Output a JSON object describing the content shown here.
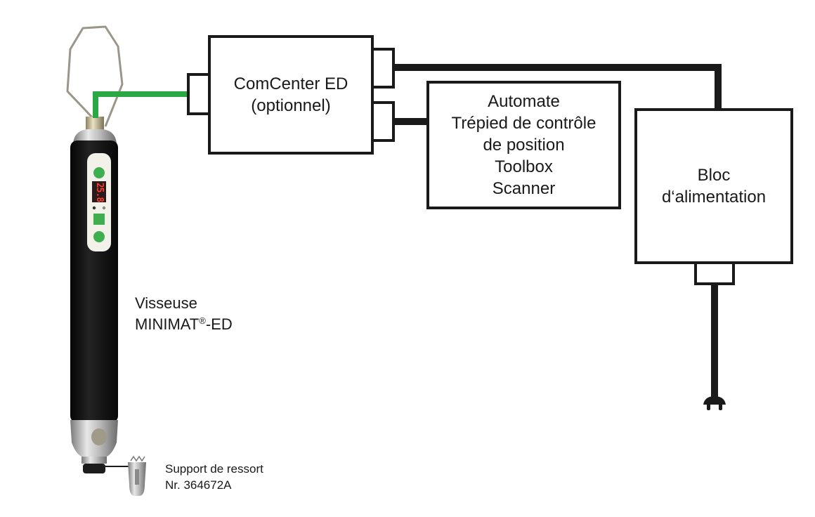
{
  "diagram": {
    "title": "MINIMAT-ED system connection diagram",
    "nodes": {
      "tool": {
        "label_line1": "Visseuse",
        "label_line2_main": "MINIMAT",
        "label_line2_sup": "®",
        "label_line2_suffix": "-ED",
        "display_value": "25.8"
      },
      "spring_holder": {
        "label_line1": "Support de ressort",
        "label_line2": "Nr. 364672A"
      },
      "comcenter": {
        "line1": "ComCenter ED",
        "line2": "(optionnel)"
      },
      "peripherals": {
        "lines": [
          "Automate",
          "Trépied de contrôle",
          "de position",
          "Toolbox",
          "Scanner"
        ]
      },
      "power_supply": {
        "line1": "Bloc",
        "line2": "d‘alimentation"
      }
    },
    "connections": [
      {
        "from": "tool",
        "to": "comcenter",
        "color": "#2aa844"
      },
      {
        "from": "comcenter",
        "to": "power_supply",
        "color": "#1a1a1a"
      },
      {
        "from": "comcenter",
        "to": "peripherals",
        "color": "#1a1a1a"
      },
      {
        "from": "power_supply",
        "to": "mains-plug",
        "color": "#1a1a1a"
      },
      {
        "from": "tool",
        "to": "spring_holder",
        "color": "#1a1a1a"
      }
    ],
    "colors": {
      "line": "#1a1a1a",
      "tool_cable": "#2aa844",
      "tool_body": "#151515",
      "tool_panel": "#f2f2ea",
      "button_green": "#3fae4f",
      "display_red": "#ff3b2f",
      "metal": "#b9b9b9"
    }
  }
}
